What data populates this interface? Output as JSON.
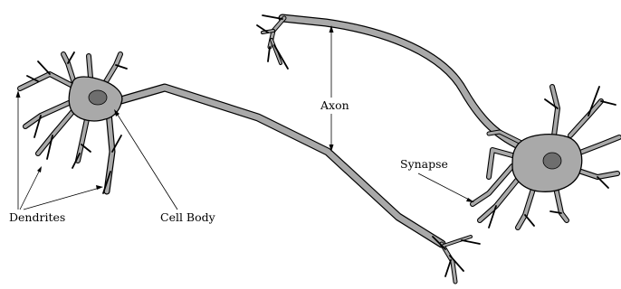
{
  "labels": {
    "dendrites": "Dendrites",
    "cell_body": "Cell Body",
    "axon": "Axon",
    "synapse": "Synapse"
  },
  "colors": {
    "cytoplasm": "#a9a9a9",
    "nucleus": "#6e6e6e",
    "outline": "#000000",
    "background": "#ffffff"
  }
}
